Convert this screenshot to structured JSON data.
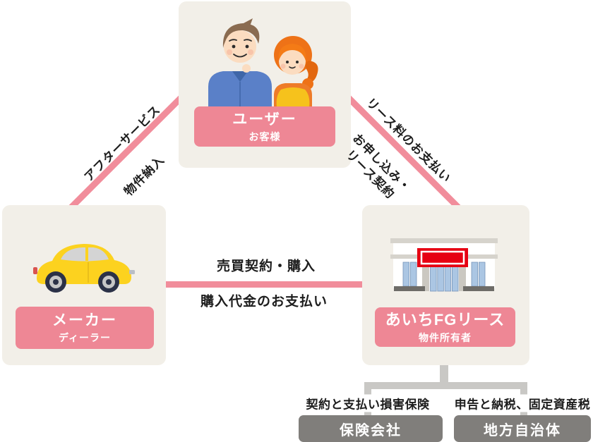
{
  "palette": {
    "background": "#ffffff",
    "node_bg": "#f2efe8",
    "pink_label": "#ee8795",
    "pink_line": "#f18d9b",
    "label_text": "#ffffff",
    "text": "#1d1d1d",
    "gray_connector": "#c9c8c5",
    "gray_box": "#807e7b",
    "gray_box_text": "#ffffff",
    "sign_red": "#e60012"
  },
  "nodes": {
    "user": {
      "title": "ユーザー",
      "subtitle": "お客様",
      "illustration": "couple-illustration"
    },
    "maker": {
      "title": "メーカー",
      "subtitle": "ディーラー",
      "illustration": "car-illustration"
    },
    "lease": {
      "title": "あいちFGリース",
      "subtitle": "物件所有者",
      "illustration": "storefront-illustration"
    }
  },
  "edges": {
    "user_maker": {
      "upper": "アフターサービス",
      "lower": "物件納入"
    },
    "user_lease": {
      "upper": "リース料のお支払い",
      "lower_line1": "お申し込み・",
      "lower_line2": "リース契約"
    },
    "maker_lease": {
      "upper": "売買契約・購入",
      "lower": "購入代金のお支払い"
    }
  },
  "related": {
    "insurance": {
      "note": "契約と支払い損害保険",
      "name": "保険会社"
    },
    "municipality": {
      "note": "申告と納税、固定資産税",
      "name": "地方自治体"
    }
  }
}
